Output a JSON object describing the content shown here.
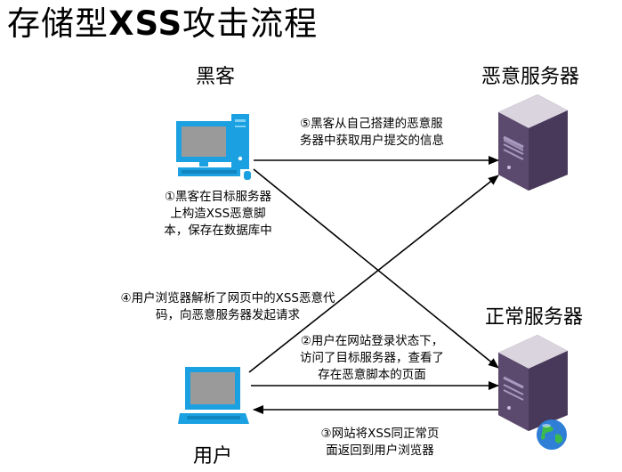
{
  "title": {
    "prefix": "存储型",
    "emphasis": "XSS",
    "suffix": "攻击流程"
  },
  "nodes": {
    "hacker": "黑客",
    "malicious_server": "恶意服务器",
    "normal_server": "正常服务器",
    "user": "用户"
  },
  "steps": {
    "step1": [
      "①黑客在目标服务器",
      "上构造XSS恶意脚",
      "本，保存在数据库中"
    ],
    "step2": [
      "②用户在网站登录状态下，",
      "访问了目标服务器，查看了",
      "存在恶意脚本的页面"
    ],
    "step3": [
      "③网站将XSS同正常页",
      "面返回到用户浏览器"
    ],
    "step4": [
      "④用户浏览器解析了网页中的XSS恶意代",
      "码，向恶意服务器发起请求"
    ],
    "step5": [
      "⑤黑客从自己搭建的恶意服",
      "务器中获取用户提交的信息"
    ]
  },
  "icons": {
    "hacker_computer": "desktop-computer-icon",
    "user_computer": "laptop-icon",
    "malicious_server": "server-tower-icon",
    "normal_server": "server-tower-icon",
    "globe": "globe-icon"
  },
  "colors": {
    "computer_blue": "#1ba1e2",
    "server_purple": "#5c4a6e",
    "arrow": "#000000"
  }
}
